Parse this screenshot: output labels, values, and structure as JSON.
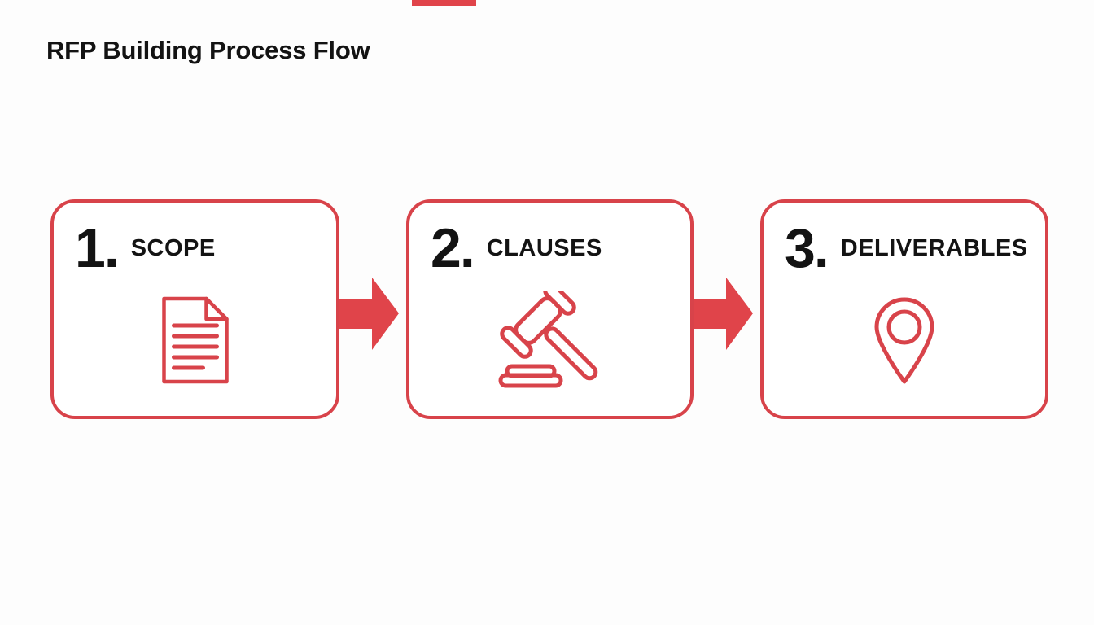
{
  "title": "RFP Building Process Flow",
  "colors": {
    "accent_red": "#d8434a",
    "arrow_red": "#e0444a",
    "text_black": "#131313",
    "background": "#fdfdfd",
    "box_fill": "#ffffff"
  },
  "steps": [
    {
      "number": "1.",
      "label": "SCOPE",
      "icon": "document-icon"
    },
    {
      "number": "2.",
      "label": "CLAUSES",
      "icon": "gavel-icon"
    },
    {
      "number": "3.",
      "label": "DELIVERABLES",
      "icon": "location-pin-icon"
    }
  ],
  "connectors": [
    {
      "type": "arrow-right"
    },
    {
      "type": "arrow-right"
    }
  ],
  "decorations": {
    "top_edge_mark_color": "#e0444a"
  }
}
